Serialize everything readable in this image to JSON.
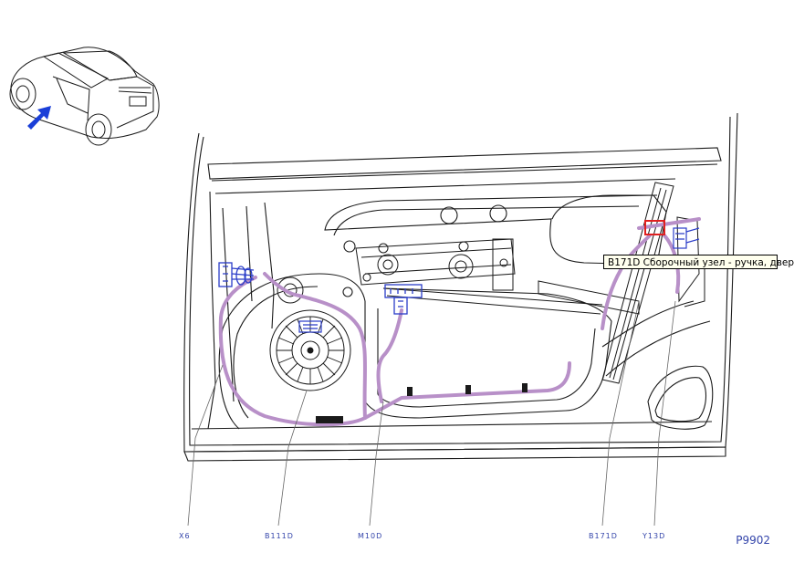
{
  "title": "P9902",
  "tooltip": "B171D Сборочный узел - ручка, двер",
  "callouts": [
    {
      "id": "X6",
      "label": "X6"
    },
    {
      "id": "B111D",
      "label": "B111D"
    },
    {
      "id": "M10D",
      "label": "M10D"
    },
    {
      "id": "B171D",
      "label": "B171D"
    },
    {
      "id": "Y13D",
      "label": "Y13D"
    }
  ],
  "colors": {
    "line": "#1a1a1a",
    "component_blue": "#2a3cc8",
    "harness": "#b890c8",
    "highlight_red": "#e02020",
    "arrow_blue": "#1a3fd8",
    "label_blue": "#3344aa"
  }
}
